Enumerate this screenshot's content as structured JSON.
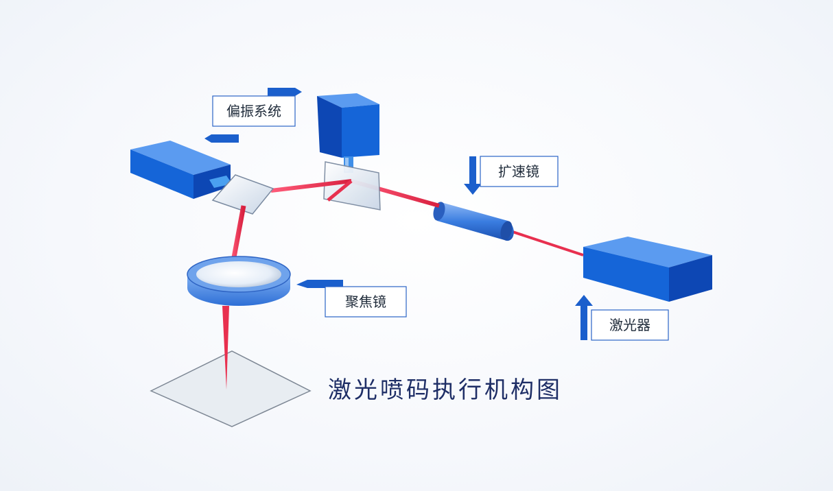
{
  "labels": {
    "galvo": "偏振系统",
    "expander": "扩速镜",
    "focus": "聚焦镜",
    "laser": "激光器"
  },
  "title": "激光喷码执行机构图",
  "colors": {
    "box_front": "#1565d8",
    "box_top": "#5b9bf0",
    "box_side": "#0d47b4",
    "beam": "#ef3d5a",
    "arrow": "#1b5fcc",
    "label_border": "#2a63c6"
  }
}
